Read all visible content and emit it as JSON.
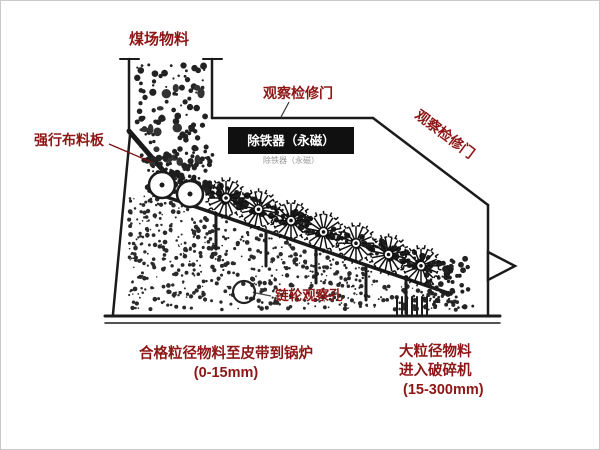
{
  "colors": {
    "label_text": "#8e1616",
    "outline": "#1b1b1b",
    "iron_remover_bg": "#101010",
    "iron_remover_text": "#ffffff",
    "background": "#ffffff"
  },
  "labels": {
    "coal_feed": "煤场物料",
    "forced_distribution_plate": "强行布料板",
    "inspection_door_top": "观察检修门",
    "inspection_door_right": "观察检修门",
    "iron_remover": "除铁器（永磁）",
    "iron_remover_caption": "除铁器（永磁）",
    "sprocket_observation_hole": "链轮观察孔",
    "fine_material": {
      "line1": "合格粒径物料至皮带到锅炉",
      "line2": "(0-15mm)"
    },
    "coarse_material": {
      "line1": "大粒径物料",
      "line2": "进入破碎机",
      "line3": "(15-300mm)"
    }
  }
}
